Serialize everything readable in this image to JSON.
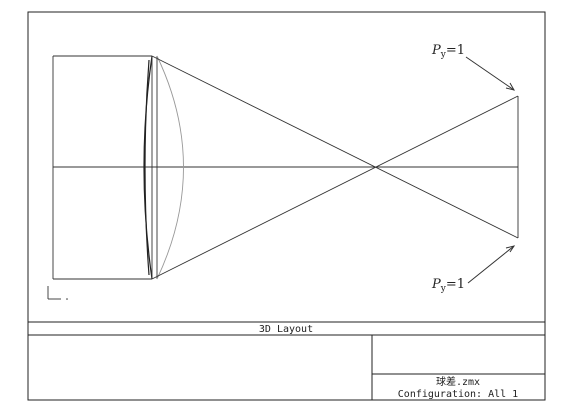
{
  "plot": {
    "label_top_p": "P",
    "label_top_sub": "y",
    "label_top_eq": "=1",
    "label_bottom_p": "P",
    "label_bottom_sub": "y",
    "label_bottom_eq": "=1"
  },
  "title_bar": {
    "title": "3D Layout"
  },
  "info_box": {
    "filename": "球差.zmx",
    "configuration": "Configuration: All 1"
  },
  "colors": {
    "line": "#222222",
    "lens_back": "#999999",
    "background": "#ffffff"
  }
}
